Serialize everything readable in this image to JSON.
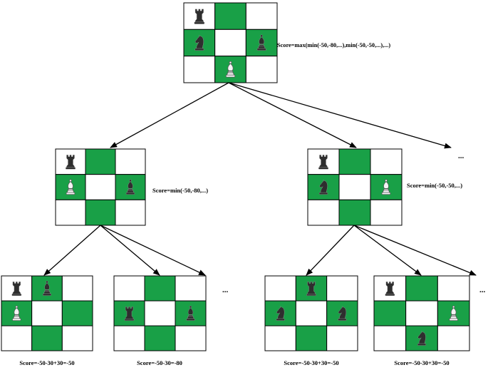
{
  "colors": {
    "green": "#19a047",
    "white": "#ffffff",
    "line": "#000000"
  },
  "ellipsis": "...",
  "boards": [
    {
      "id": "root",
      "cells": [
        "w",
        "g",
        "w",
        "g",
        "w",
        "g",
        "w",
        "g",
        "w"
      ],
      "pieces": [
        [
          "rook",
          "black"
        ],
        null,
        null,
        [
          "knight",
          "black"
        ],
        null,
        [
          "bishop",
          "black"
        ],
        null,
        [
          "bishop",
          "white"
        ],
        null
      ],
      "score": "Score=max(min(-50,-80,...),min(-50,-50,...),...)"
    },
    {
      "id": "mid-left",
      "cells": [
        "w",
        "g",
        "w",
        "g",
        "w",
        "g",
        "w",
        "g",
        "w"
      ],
      "pieces": [
        [
          "rook",
          "black"
        ],
        null,
        null,
        [
          "bishop",
          "white"
        ],
        null,
        [
          "bishop",
          "black"
        ],
        null,
        null,
        null
      ],
      "score": "Score=min(-50,-80,...)"
    },
    {
      "id": "mid-right",
      "cells": [
        "w",
        "g",
        "w",
        "g",
        "w",
        "g",
        "w",
        "g",
        "w"
      ],
      "pieces": [
        [
          "rook",
          "black"
        ],
        null,
        null,
        [
          "knight",
          "black"
        ],
        null,
        [
          "bishop",
          "white"
        ],
        null,
        null,
        null
      ],
      "score": "Score=min(-50,-50,...)"
    },
    {
      "id": "leaf-1",
      "cells": [
        "w",
        "g",
        "w",
        "g",
        "w",
        "g",
        "w",
        "g",
        "w"
      ],
      "pieces": [
        [
          "rook",
          "black"
        ],
        [
          "bishop",
          "black"
        ],
        null,
        [
          "bishop",
          "white"
        ],
        null,
        null,
        null,
        null,
        null
      ],
      "score": "Score=-50-30+30=-50"
    },
    {
      "id": "leaf-2",
      "cells": [
        "w",
        "g",
        "w",
        "g",
        "w",
        "g",
        "w",
        "g",
        "w"
      ],
      "pieces": [
        null,
        null,
        null,
        [
          "rook",
          "black"
        ],
        null,
        [
          "bishop",
          "black"
        ],
        null,
        null,
        null
      ],
      "score": "Score=-50-30=-80"
    },
    {
      "id": "leaf-3",
      "cells": [
        "w",
        "g",
        "w",
        "g",
        "w",
        "g",
        "w",
        "g",
        "w"
      ],
      "pieces": [
        null,
        [
          "rook",
          "black"
        ],
        null,
        [
          "knight",
          "black"
        ],
        null,
        [
          "knight",
          "black"
        ],
        null,
        null,
        null
      ],
      "score": "Score=-50-30+30=-50"
    },
    {
      "id": "leaf-4",
      "cells": [
        "w",
        "g",
        "w",
        "g",
        "w",
        "g",
        "w",
        "g",
        "w"
      ],
      "pieces": [
        [
          "rook",
          "black"
        ],
        null,
        null,
        null,
        null,
        [
          "bishop",
          "white"
        ],
        null,
        [
          "knight",
          "black"
        ],
        null
      ],
      "score": "Score=-50-30+30=-50"
    }
  ]
}
